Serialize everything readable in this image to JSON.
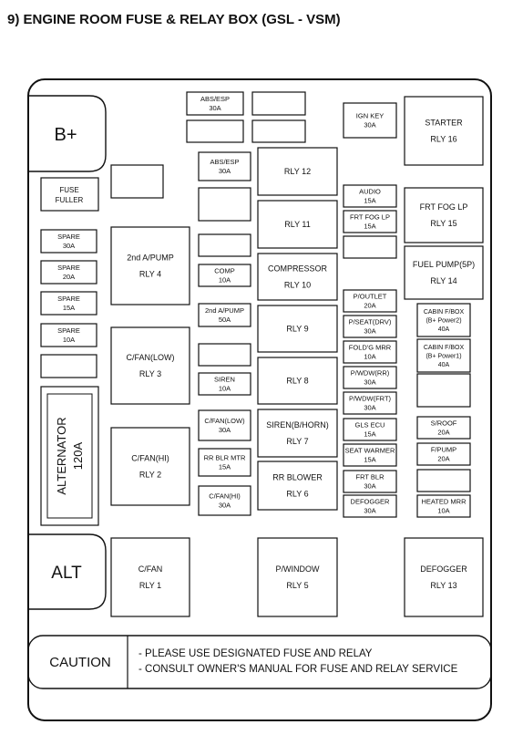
{
  "title": "9) ENGINE ROOM FUSE & RELAY BOX (GSL - VSM)",
  "terminals": {
    "b_plus": "B+",
    "alt": "ALT",
    "alternator": [
      "ALTERNATOR",
      "120A"
    ],
    "fuse_puller": [
      "FUSE",
      "FULLER"
    ]
  },
  "components": [
    {
      "id": "abs-esp-30a-top",
      "kind": "fuse",
      "lines": [
        "ABS/ESP",
        "30A"
      ]
    },
    {
      "id": "ign-key-30a",
      "kind": "fuse",
      "lines": [
        "IGN KEY",
        "30A"
      ]
    },
    {
      "id": "starter-rly-16",
      "kind": "relay",
      "lines": [
        "STARTER",
        "RLY 16"
      ]
    },
    {
      "id": "abs-esp-30a",
      "kind": "fuse",
      "lines": [
        "ABS/ESP",
        "30A"
      ]
    },
    {
      "id": "rly-12",
      "kind": "relay",
      "lines": [
        "RLY 12"
      ]
    },
    {
      "id": "audio-15a",
      "kind": "fuse",
      "lines": [
        "AUDIO",
        "15A"
      ]
    },
    {
      "id": "frt-fog-lp-15a",
      "kind": "fuse",
      "lines": [
        "FRT FOG LP",
        "15A"
      ]
    },
    {
      "id": "frt-fog-lp-rly-15",
      "kind": "relay",
      "lines": [
        "FRT FOG LP",
        "RLY 15"
      ]
    },
    {
      "id": "spare-30a",
      "kind": "fuse",
      "lines": [
        "SPARE",
        "30A"
      ]
    },
    {
      "id": "spare-20a",
      "kind": "fuse",
      "lines": [
        "SPARE",
        "20A"
      ]
    },
    {
      "id": "spare-15a",
      "kind": "fuse",
      "lines": [
        "SPARE",
        "15A"
      ]
    },
    {
      "id": "spare-10a",
      "kind": "fuse",
      "lines": [
        "SPARE",
        "10A"
      ]
    },
    {
      "id": "2nd-a-pump-rly-4",
      "kind": "relay",
      "lines": [
        "2nd A/PUMP",
        "RLY 4"
      ]
    },
    {
      "id": "rly-11",
      "kind": "relay",
      "lines": [
        "RLY 11"
      ]
    },
    {
      "id": "comp-10a",
      "kind": "fuse",
      "lines": [
        "COMP",
        "10A"
      ]
    },
    {
      "id": "compressor-rly-10",
      "kind": "relay",
      "lines": [
        "COMPRESSOR",
        "RLY 10"
      ]
    },
    {
      "id": "fuel-pump-rly-14",
      "kind": "relay",
      "lines": [
        "FUEL PUMP(5P)",
        "RLY 14"
      ]
    },
    {
      "id": "p-outlet-20a",
      "kind": "fuse",
      "lines": [
        "P/OUTLET",
        "20A"
      ]
    },
    {
      "id": "2nd-a-pump-50a",
      "kind": "fuse",
      "lines": [
        "2nd A/PUMP",
        "50A"
      ]
    },
    {
      "id": "cabin-fbox-b-power2-40a",
      "kind": "fuse",
      "lines": [
        "CABIN F/BOX",
        "(B+ Power2)",
        "40A"
      ]
    },
    {
      "id": "p-seat-drv-30a",
      "kind": "fuse",
      "lines": [
        "P/SEAT(DRV)",
        "30A"
      ]
    },
    {
      "id": "c-fan-low-rly-3",
      "kind": "relay",
      "lines": [
        "C/FAN(LOW)",
        "RLY 3"
      ]
    },
    {
      "id": "rly-9",
      "kind": "relay",
      "lines": [
        "RLY 9"
      ]
    },
    {
      "id": "foldg-mrr-10a",
      "kind": "fuse",
      "lines": [
        "FOLD'G MRR",
        "10A"
      ]
    },
    {
      "id": "cabin-fbox-b-power1-40a",
      "kind": "fuse",
      "lines": [
        "CABIN F/BOX",
        "(B+ Power1)",
        "40A"
      ]
    },
    {
      "id": "p-wdw-rr-30a",
      "kind": "fuse",
      "lines": [
        "P/WDW(RR)",
        "30A"
      ]
    },
    {
      "id": "siren-10a",
      "kind": "fuse",
      "lines": [
        "SIREN",
        "10A"
      ]
    },
    {
      "id": "rly-8",
      "kind": "relay",
      "lines": [
        "RLY 8"
      ]
    },
    {
      "id": "p-wdw-frt-30a",
      "kind": "fuse",
      "lines": [
        "P/WDW(FRT)",
        "30A"
      ]
    },
    {
      "id": "c-fan-low-30a",
      "kind": "fuse",
      "lines": [
        "C/FAN(LOW)",
        "30A"
      ]
    },
    {
      "id": "siren-b-horn-rly-7",
      "kind": "relay",
      "lines": [
        "SIREN(B/HORN)",
        "RLY 7"
      ]
    },
    {
      "id": "gls-ecu-15a",
      "kind": "fuse",
      "lines": [
        "GLS ECU",
        "15A"
      ]
    },
    {
      "id": "s-roof-20a",
      "kind": "fuse",
      "lines": [
        "S/ROOF",
        "20A"
      ]
    },
    {
      "id": "c-fan-hi-rly-2",
      "kind": "relay",
      "lines": [
        "C/FAN(HI)",
        "RLY 2"
      ]
    },
    {
      "id": "rr-blr-mtr-15a",
      "kind": "fuse",
      "lines": [
        "RR BLR MTR",
        "15A"
      ]
    },
    {
      "id": "seat-warmer-15a",
      "kind": "fuse",
      "lines": [
        "SEAT WARMER",
        "15A"
      ]
    },
    {
      "id": "f-pump-20a",
      "kind": "fuse",
      "lines": [
        "F/PUMP",
        "20A"
      ]
    },
    {
      "id": "rr-blower-rly-6",
      "kind": "relay",
      "lines": [
        "RR BLOWER",
        "RLY 6"
      ]
    },
    {
      "id": "frt-blr-30a",
      "kind": "fuse",
      "lines": [
        "FRT BLR",
        "30A"
      ]
    },
    {
      "id": "c-fan-hi-30a",
      "kind": "fuse",
      "lines": [
        "C/FAN(HI)",
        "30A"
      ]
    },
    {
      "id": "defogger-30a",
      "kind": "fuse",
      "lines": [
        "DEFOGGER",
        "30A"
      ]
    },
    {
      "id": "heated-mrr-10a",
      "kind": "fuse",
      "lines": [
        "HEATED MRR",
        "10A"
      ]
    },
    {
      "id": "c-fan-rly-1",
      "kind": "relay",
      "lines": [
        "C/FAN",
        "RLY 1"
      ]
    },
    {
      "id": "p-window-rly-5",
      "kind": "relay",
      "lines": [
        "P/WINDOW",
        "RLY 5"
      ]
    },
    {
      "id": "defogger-rly-13",
      "kind": "relay",
      "lines": [
        "DEFOGGER",
        "RLY 13"
      ]
    }
  ],
  "caution": {
    "label": "CAUTION",
    "lines": [
      "- PLEASE USE DESIGNATED FUSE AND RELAY",
      "- CONSULT OWNER'S MANUAL FOR FUSE AND RELAY SERVICE"
    ]
  }
}
